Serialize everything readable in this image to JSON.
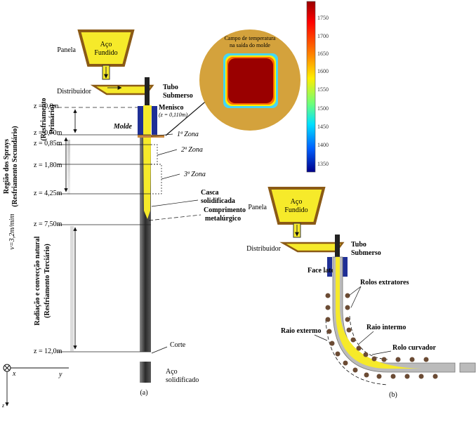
{
  "left": {
    "ladle": {
      "line1": "Aço",
      "line2": "Fundido",
      "label": "Panela"
    },
    "tundish_label": "Distribuidor",
    "nozzle_label": {
      "line1": "Tubo",
      "line2": "Submerso"
    },
    "mold_label": "Molde",
    "meniscus": {
      "line1": "Menisco",
      "line2": "(z = 0,110m)"
    },
    "z_levels": [
      "z = 0,0m",
      "z = 0,70m",
      "z = 0,85m",
      "z = 1,80m",
      "z = 4,25m",
      "z = 7,50m",
      "z = 12,0m"
    ],
    "zones": [
      "1ª Zona",
      "2ª Zona",
      "3ª Zona"
    ],
    "shell_label": {
      "line1": "Casca",
      "line2": "solidificada"
    },
    "metallurgical_length": {
      "line1": "Comprimento",
      "line2": "metalúrgico"
    },
    "cut_label": "Corte",
    "solid_label": {
      "line1": "Aço",
      "line2": "solidificado"
    },
    "primary_cooling": {
      "line1": "(Resfriamento",
      "line2": "Primário)"
    },
    "spray_region": {
      "line1": "Região dos Sprays",
      "line2": "(Resfriamento Secundário)"
    },
    "radiation_region": {
      "line1": "Radiação e convecção natural",
      "line2": "(Resfriamento Terciário)"
    },
    "velocity": "v=3,2m/mim",
    "axes": {
      "x": "x",
      "y": "y",
      "z": "z"
    },
    "caption": "(a)"
  },
  "temperature_field": {
    "title_line1": "Campo de temperatura",
    "title_line2": "na saída do molde"
  },
  "colorbar": {
    "ticks": [
      "1750",
      "1700",
      "1650",
      "1600",
      "1550",
      "1500",
      "1450",
      "1400",
      "1350"
    ]
  },
  "right": {
    "ladle": {
      "line1": "Aço",
      "line2": "Fundido",
      "label": "Panela"
    },
    "tundish_label": "Distribuidor",
    "nozzle_label": {
      "line1": "Tubo",
      "line2": "Submerso"
    },
    "side_face": "Face lateral",
    "extractor_rolls": "Rolos extratores",
    "inner_radius": "Raio intermo",
    "outer_radius": "Raio extermo",
    "bending_roll": "Rolo curvador",
    "caption": "(b)"
  },
  "colors": {
    "steel_yellow": "#f6ea2a",
    "ladle_brown": "#8b5a16",
    "mold_blue": "#1f2f96",
    "disc": "#d4a23c"
  }
}
